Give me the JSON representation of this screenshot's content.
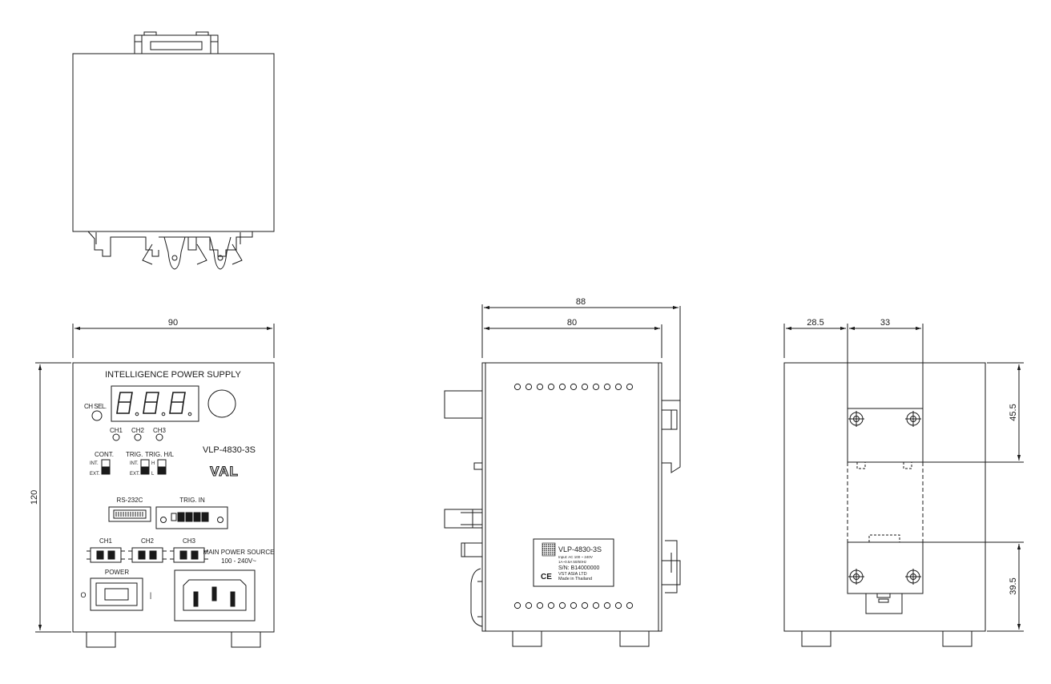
{
  "dimensions": {
    "front_width": "90",
    "front_height": "120",
    "side_overall": "88",
    "side_body": "80",
    "back_offset": "28.5",
    "back_hole_spacing": "33",
    "back_top_offset": "45.5",
    "back_bottom_offset": "39.5"
  },
  "front_panel": {
    "title": "INTELLIGENCE POWER SUPPLY",
    "ch_sel_label": "CH SEL.",
    "channel_leds": [
      "CH1",
      "CH2",
      "CH3"
    ],
    "model": "VLP-4830-3S",
    "brand_logo": "VAL",
    "switch_cont_label": "CONT.",
    "switch_trig_label": "TRIG.",
    "switch_trighl_label": "TRIG. H/L",
    "int_label": "INT.",
    "ext_label": "EXT.",
    "h_label": "H",
    "l_label": "L",
    "rs232c_label": "RS-232C",
    "trig_in_label": "TRIG. IN",
    "channel_outputs": [
      "CH1",
      "CH2",
      "CH3"
    ],
    "main_power_line1": "MAIN POWER SOURCE",
    "main_power_line2": "100 - 240V~",
    "power_label": "POWER",
    "power_off_symbol": "O",
    "power_on_symbol": "|",
    "display_icon": "seven-segment-display",
    "knob_icon": "rotary-knob"
  },
  "side_label": {
    "model": "VLP-4830-3S",
    "input_line1": "Input: AC 100 ~ 240V",
    "input_line2": "1A~0.5A 50/60Hz",
    "serial": "S/N: B14000000",
    "maker": "VST ASIA LTD",
    "origin": "Made in Thailand",
    "ce_mark": "CE"
  }
}
